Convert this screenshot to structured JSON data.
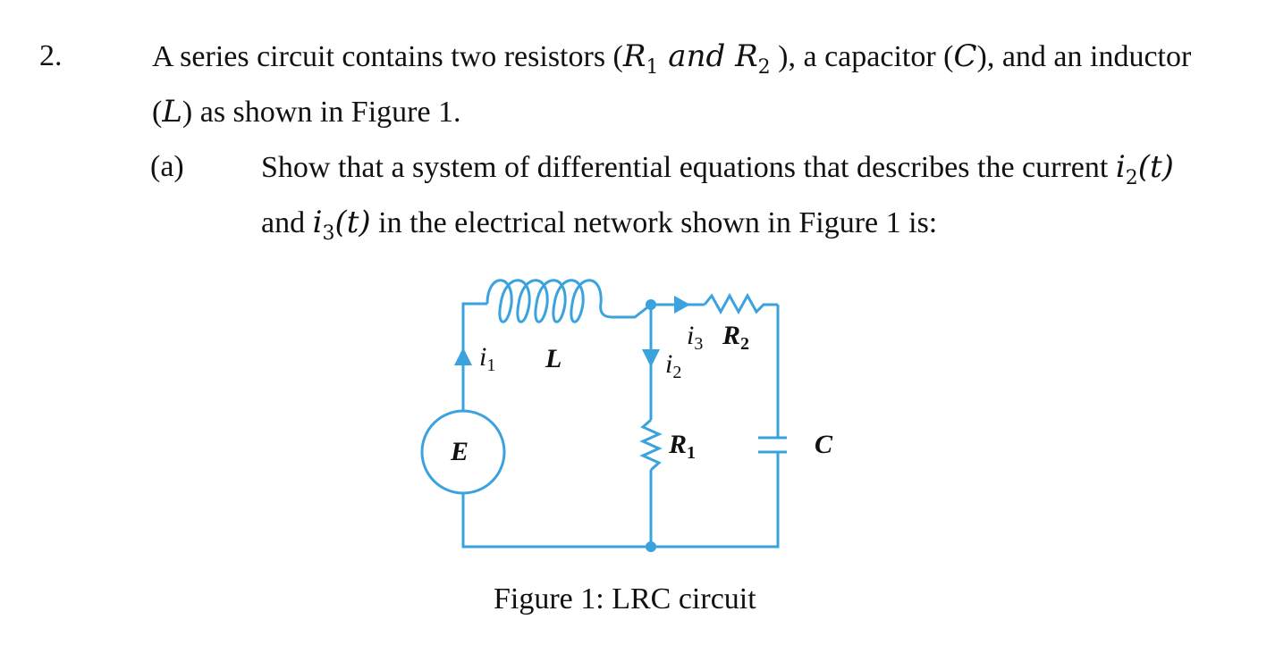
{
  "question": {
    "number": "2.",
    "intro_a": "A series circuit contains two resistors (",
    "r1": "R",
    "r1_sub": "1",
    "and_word": " and ",
    "r2": "R",
    "r2_sub": "2",
    "intro_b": " ), a capacitor (",
    "c": "C",
    "intro_c": "), and an inductor",
    "line2_open": "(",
    "l": "L",
    "line2_rest": ") as shown in Figure 1."
  },
  "part_a": {
    "label": "(a)",
    "text1": "Show that a system of differential equations that describes the current ",
    "i2": "i",
    "i2_sub": "2",
    "i2_arg": "(t)",
    "text2_a": "and ",
    "i3": "i",
    "i3_sub": "3",
    "i3_arg": "(t)",
    "text2_b": " in the electrical network shown in Figure 1 is:"
  },
  "figure": {
    "wire_color": "#3aa3dd",
    "labels": {
      "E": "E",
      "L": "L",
      "i1": "i",
      "i1_sub": "1",
      "i2": "i",
      "i2_sub": "2",
      "i3": "i",
      "i3_sub": "3",
      "R1": "R",
      "R1_sub": "1",
      "R2": "R",
      "R2_sub": "2",
      "C": "C"
    },
    "caption": "Figure 1: LRC circuit"
  }
}
